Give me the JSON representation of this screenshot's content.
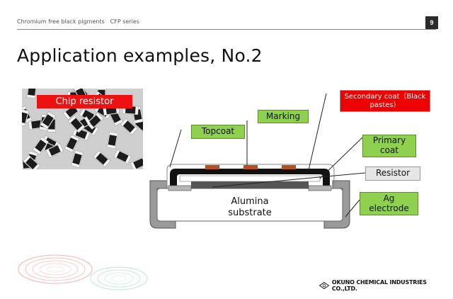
{
  "header": {
    "text": "Chromium free black pigments　CFP series",
    "page_number": "9"
  },
  "title": "Application examples, No.2",
  "photo": {
    "label": "Chip resistor"
  },
  "labels": {
    "secondary_coat": "Secondary coat（Black pastes）",
    "marking": "Marking",
    "topcoat": "Topcoat",
    "primary_coat": "Primary coat",
    "resistor": "Resistor",
    "ag_electrode": "Ag electrode",
    "alumina_line1": "Alumina",
    "alumina_line2": "substrate"
  },
  "footer": {
    "company": "OKUNO CHEMICAL INDUSTRIES CO.,LTD."
  },
  "colors": {
    "label_green": "#8fd14f",
    "label_red": "#ee0000",
    "marking_brown": "#b5501f",
    "electrode_gray": "#9a9a9a"
  }
}
